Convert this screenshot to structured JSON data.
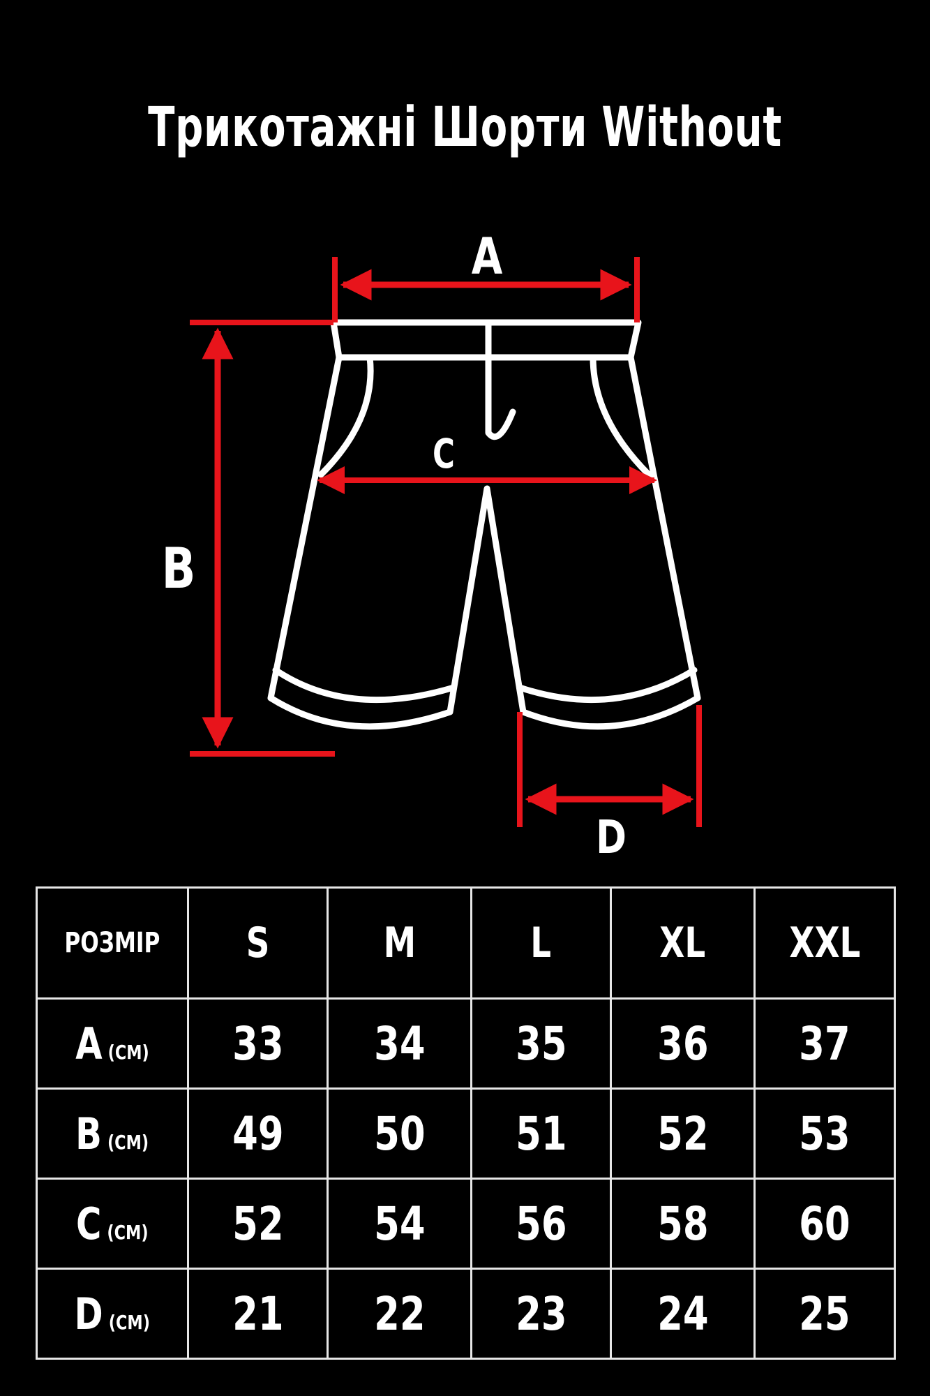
{
  "title": "Трикотажні Шорти Without",
  "diagram": {
    "labels": {
      "a": "A",
      "b": "B",
      "c": "C",
      "d": "D"
    },
    "colors": {
      "arrow": "#e8141b",
      "outline": "#ffffff",
      "background": "#000000"
    }
  },
  "table": {
    "header": {
      "label": "РОЗМІР",
      "sizes": [
        "S",
        "M",
        "L",
        "XL",
        "XXL"
      ]
    },
    "rows": [
      {
        "letter": "A",
        "unit": "(CM)",
        "values": [
          "33",
          "34",
          "35",
          "36",
          "37"
        ]
      },
      {
        "letter": "B",
        "unit": "(CM)",
        "values": [
          "49",
          "50",
          "51",
          "52",
          "53"
        ]
      },
      {
        "letter": "C",
        "unit": "(CM)",
        "values": [
          "52",
          "54",
          "56",
          "58",
          "60"
        ]
      },
      {
        "letter": "D",
        "unit": "(CM)",
        "values": [
          "21",
          "22",
          "23",
          "24",
          "25"
        ]
      }
    ]
  }
}
